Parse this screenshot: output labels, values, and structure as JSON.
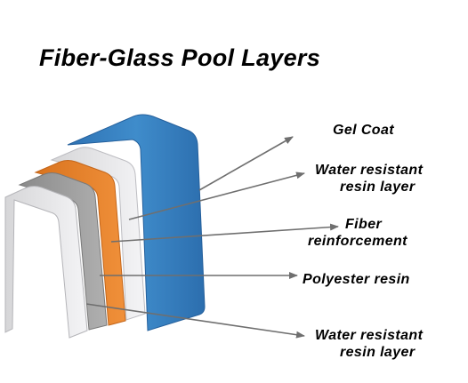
{
  "title": "Fiber-Glass Pool Layers",
  "labels": [
    {
      "line1": "Gel Coat",
      "line2": ""
    },
    {
      "line1": "Water resistant",
      "line2": "resin layer"
    },
    {
      "line1": "Fiber",
      "line2": "reinforcement"
    },
    {
      "line1": "Polyester resin",
      "line2": ""
    },
    {
      "line1": "Water resistant",
      "line2": "resin layer"
    }
  ],
  "layers": [
    {
      "name": "gel-coat",
      "color": "#3b86c6"
    },
    {
      "name": "water-resistant-resin-layer-outer",
      "color": "#e9e9ec"
    },
    {
      "name": "fiber-reinforcement",
      "color": "#e8832a"
    },
    {
      "name": "polyester-resin",
      "color": "#9e9e9e"
    },
    {
      "name": "water-resistant-resin-layer-inner",
      "color": "#ececec"
    }
  ]
}
